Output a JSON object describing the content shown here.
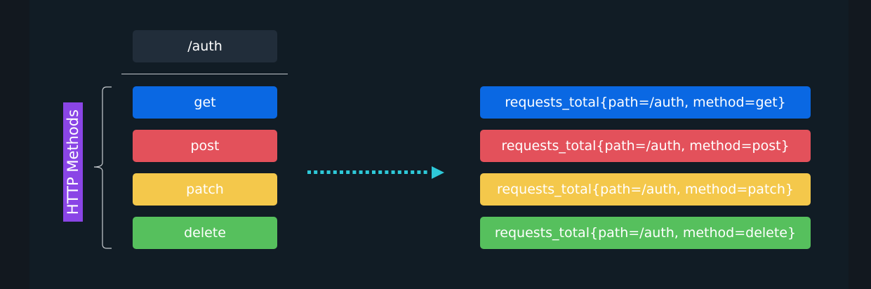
{
  "path": "/auth",
  "group_label": "HTTP Methods",
  "colors": {
    "get": "#0a68e3",
    "post": "#e3515b",
    "patch": "#f4c84b",
    "delete": "#56c05d",
    "group": "#8a45e6",
    "arrow": "#2ec8d8"
  },
  "methods": [
    {
      "name": "get",
      "metric": "requests_total{path=/auth, method=get}"
    },
    {
      "name": "post",
      "metric": "requests_total{path=/auth, method=post}"
    },
    {
      "name": "patch",
      "metric": "requests_total{path=/auth, method=patch}"
    },
    {
      "name": "delete",
      "metric": "requests_total{path=/auth, method=delete}"
    }
  ]
}
